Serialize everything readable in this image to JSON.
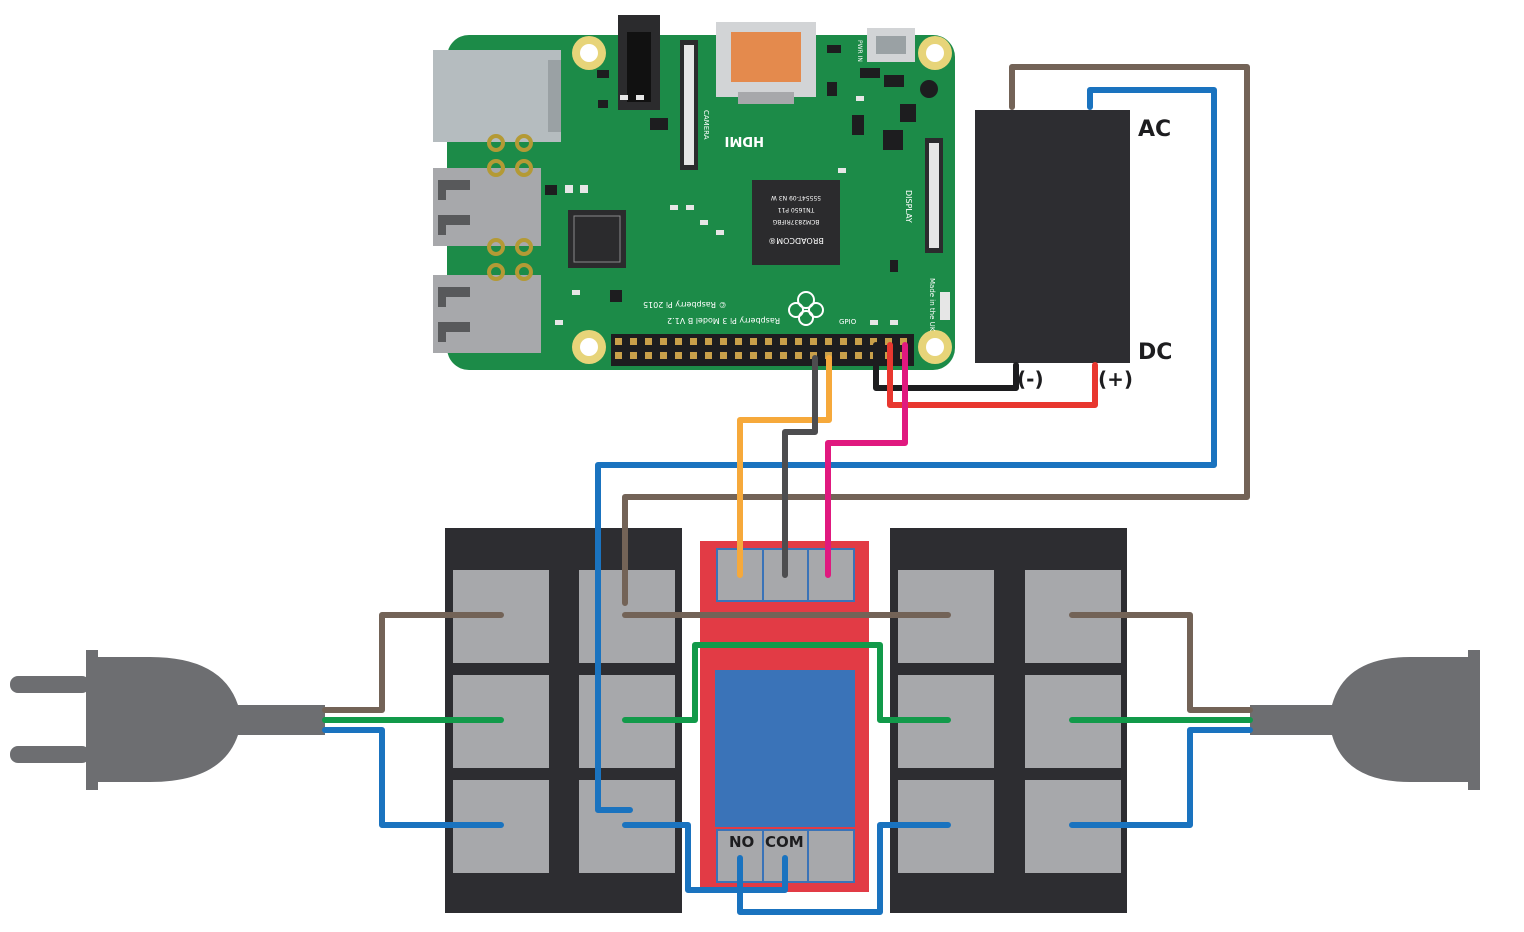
{
  "power_supply": {
    "ac_label": "AC",
    "dc_label": "DC",
    "neg_label": "(-)",
    "pos_label": "(+)"
  },
  "relay": {
    "no_label": "NO",
    "com_label": "COM"
  },
  "board": {
    "hdmi_label": "HDMI",
    "camera_label": "CAMERA",
    "display_label": "DISPLAY",
    "pwr_label": "PWR IN",
    "gpio_label": "GPIO",
    "model_label": "Raspberry Pi 3 Model B V1.2",
    "copyright_label": "© Raspberry Pi 2015",
    "made_label": "Made in the UK",
    "soc_brand": "BROADCOM®",
    "soc_line1": "BCM2837RIFBG",
    "soc_line2": "TN1650 P11",
    "soc_line3": "55554T-09 N3 W"
  },
  "colors": {
    "brown": "#736357",
    "blue": "#1a73bf",
    "green": "#129a4a",
    "black": "#1d1d1f",
    "red": "#e8372f",
    "orange": "#f6a93b",
    "gray_wire": "#4d4d4f",
    "pink": "#e0197f",
    "pcb": "#1c8b48",
    "relay_red": "#e23b45",
    "relay_blue": "#3a73b8",
    "block_dark": "#2d2d31",
    "terminal": "#a7a8ab",
    "plug": "#6d6e71"
  }
}
